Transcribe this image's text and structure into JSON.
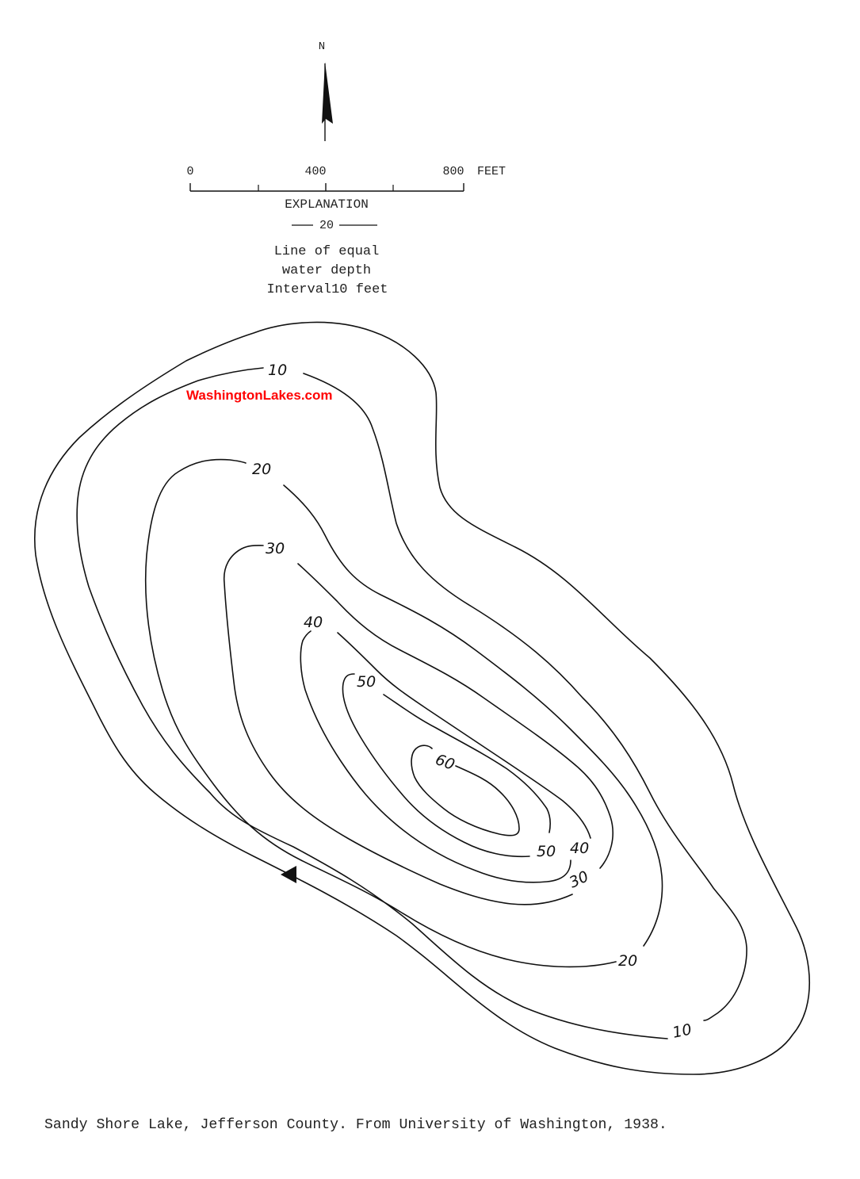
{
  "map": {
    "north_label": "N",
    "scale": {
      "ticks": [
        "0",
        "400",
        "800"
      ],
      "unit": "FEET"
    },
    "legend": {
      "title": "EXPLANATION",
      "sample_value": "20",
      "line1": "Line of equal",
      "line2": "water depth",
      "line3": "Interval10 feet"
    },
    "watermark": {
      "text": "WashingtonLakes.com",
      "color": "#ff0000"
    },
    "depth_labels": {
      "d10_top": "10",
      "d20_top": "20",
      "d30_top": "30",
      "d40_top": "40",
      "d50_top": "50",
      "d60": "60",
      "d50_bottom": "50",
      "d40_bottom": "40",
      "d30_bottom": "30",
      "d20_bottom": "20",
      "d10_bottom": "10"
    },
    "marker_icon": "triangle-left-icon",
    "caption": "Sandy Shore Lake, Jefferson County.  From University of Washington, 1938."
  }
}
